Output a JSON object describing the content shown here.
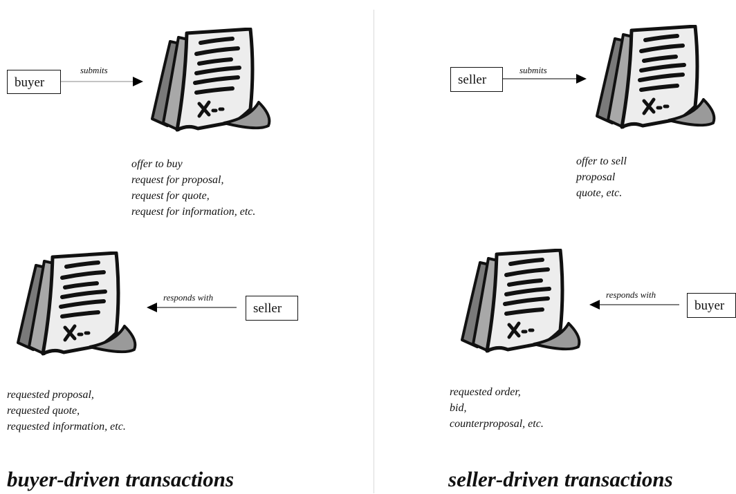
{
  "buyer_driven": {
    "heading": "buyer-driven transactions",
    "submit": {
      "actor": "buyer",
      "verb": "submits",
      "document_lines": [
        "offer to buy",
        "request for proposal,",
        "request for quote,",
        "request for information, etc."
      ]
    },
    "response": {
      "actor": "seller",
      "verb": "responds with",
      "document_lines": [
        "requested proposal,",
        "requested quote,",
        "requested information, etc."
      ]
    }
  },
  "seller_driven": {
    "heading": "seller-driven transactions",
    "submit": {
      "actor": "seller",
      "verb": "submits",
      "document_lines": [
        "offer to sell",
        "proposal",
        "quote, etc."
      ]
    },
    "response": {
      "actor": "buyer",
      "verb": "responds with",
      "document_lines": [
        "requested order,",
        "bid,",
        "counterproposal, etc."
      ]
    }
  },
  "icons": {
    "document": "document-icon"
  }
}
